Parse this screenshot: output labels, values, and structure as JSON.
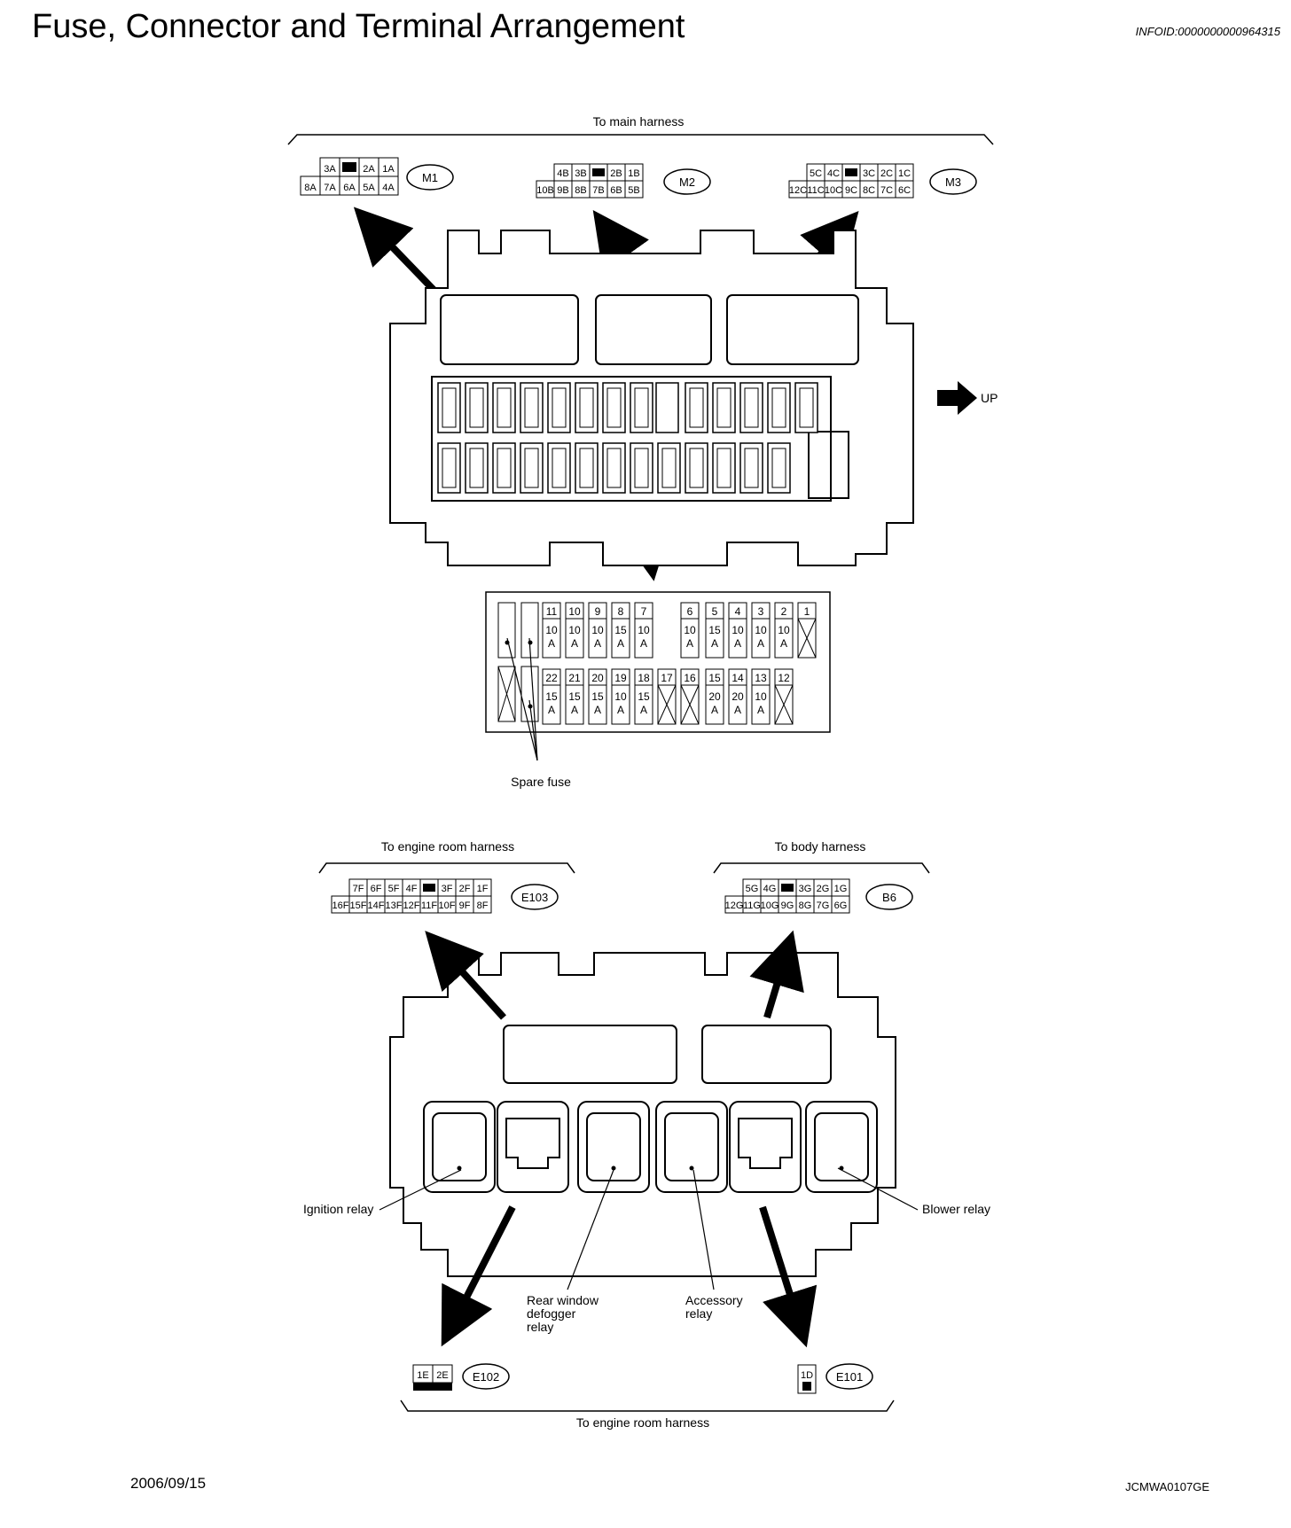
{
  "header": {
    "title": "Fuse, Connector and Terminal Arrangement",
    "infoid": "INFOID:0000000000964315"
  },
  "footer": {
    "date": "2006/09/15",
    "code": "JCMWA0107GE"
  },
  "top": {
    "harness_label": "To main harness",
    "up_label": "UP",
    "spare_label": "Spare fuse",
    "connectors": [
      {
        "id": "M1",
        "top": [
          "3A",
          "",
          "2A",
          "1A"
        ],
        "bottom": [
          "8A",
          "7A",
          "6A",
          "5A",
          "4A"
        ]
      },
      {
        "id": "M2",
        "top": [
          "4B",
          "3B",
          "",
          "2B",
          "1B"
        ],
        "bottom": [
          "10B",
          "9B",
          "8B",
          "7B",
          "6B",
          "5B"
        ]
      },
      {
        "id": "M3",
        "top": [
          "5C",
          "4C",
          "",
          "3C",
          "2C",
          "1C"
        ],
        "bottom": [
          "12C",
          "11C",
          "10C",
          "9C",
          "8C",
          "7C",
          "6C"
        ]
      }
    ],
    "fuses_top": [
      {
        "no": "11",
        "amp": "10 A"
      },
      {
        "no": "10",
        "amp": "10 A"
      },
      {
        "no": "9",
        "amp": "10 A"
      },
      {
        "no": "8",
        "amp": "15 A"
      },
      {
        "no": "7",
        "amp": "10 A"
      },
      {
        "no": "6",
        "amp": "10 A"
      },
      {
        "no": "5",
        "amp": "15 A"
      },
      {
        "no": "4",
        "amp": "10 A"
      },
      {
        "no": "3",
        "amp": "10 A"
      },
      {
        "no": "2",
        "amp": "10 A"
      },
      {
        "no": "1",
        "amp": ""
      }
    ],
    "fuses_bottom": [
      {
        "no": "22",
        "amp": "15 A"
      },
      {
        "no": "21",
        "amp": "15 A"
      },
      {
        "no": "20",
        "amp": "15 A"
      },
      {
        "no": "19",
        "amp": "10 A"
      },
      {
        "no": "18",
        "amp": "15 A"
      },
      {
        "no": "17",
        "amp": ""
      },
      {
        "no": "16",
        "amp": ""
      },
      {
        "no": "15",
        "amp": "20 A"
      },
      {
        "no": "14",
        "amp": "20 A"
      },
      {
        "no": "13",
        "amp": "10 A"
      },
      {
        "no": "12",
        "amp": ""
      }
    ]
  },
  "bottom": {
    "engine_harness_label": "To engine room harness",
    "body_harness_label": "To body harness",
    "engine_harness_label_2": "To engine room harness",
    "connectors": [
      {
        "id": "E103",
        "top": [
          "7F",
          "6F",
          "5F",
          "4F",
          "",
          "3F",
          "2F",
          "1F"
        ],
        "bottom": [
          "16F",
          "15F",
          "14F",
          "13F",
          "12F",
          "11F",
          "10F",
          "9F",
          "8F"
        ]
      },
      {
        "id": "B6",
        "top": [
          "5G",
          "4G",
          "",
          "3G",
          "2G",
          "1G"
        ],
        "bottom": [
          "12G",
          "11G",
          "10G",
          "9G",
          "8G",
          "7G",
          "6G"
        ]
      },
      {
        "id": "E102",
        "top": [
          "1E",
          "2E"
        ],
        "bottom": []
      },
      {
        "id": "E101",
        "top": [
          "1D"
        ],
        "bottom": []
      }
    ],
    "relays": {
      "ignition": "Ignition relay",
      "blower": "Blower relay",
      "rear_defogger": "Rear window\ndefogger\nrelay",
      "accessory": "Accessory\nrelay"
    }
  }
}
